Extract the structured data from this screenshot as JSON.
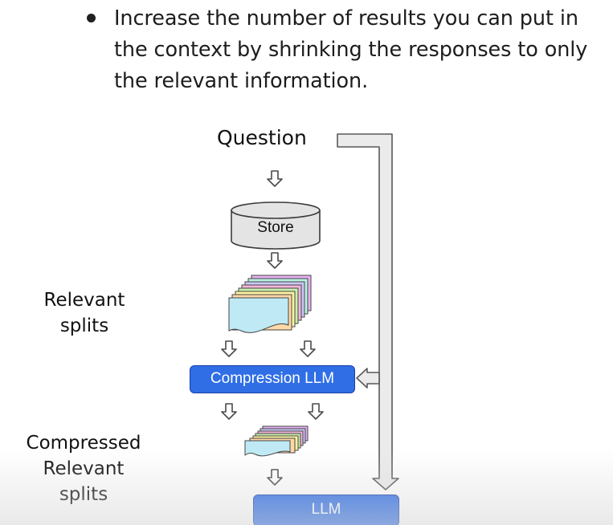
{
  "bullet": {
    "lines": [
      "Increase the number of results you can put in",
      "the context by shrinking the responses to only",
      "the relevant information."
    ]
  },
  "diagram": {
    "question_label": "Question",
    "store_label": "Store",
    "relevant_splits_label": [
      "Relevant",
      "splits"
    ],
    "compression_llm_label": "Compression LLM",
    "compressed_splits_label": [
      "Compressed",
      "Relevant",
      "splits"
    ],
    "final_llm_label": "LLM",
    "colors": {
      "llm_box": "#2f6ee5",
      "store_fill": "#e4e4e4",
      "arrow_fill": "#e8e8e8",
      "doc_front": "#bfeaf5",
      "doc_stack": [
        "#ffd8a8",
        "#fff3a0",
        "#c8f0b0",
        "#a8e0f0",
        "#c8c8f8",
        "#f0b8e8",
        "#e8b0f0",
        "#b8f0e0"
      ]
    }
  }
}
